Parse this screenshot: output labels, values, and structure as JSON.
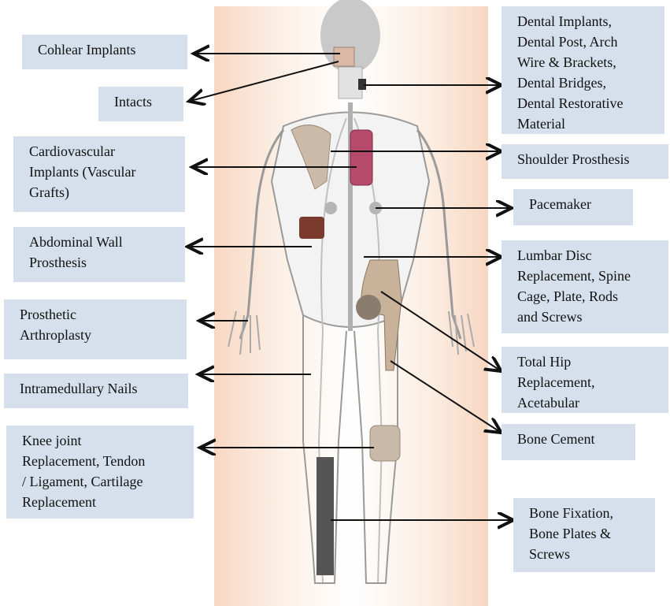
{
  "labels_left": {
    "cochlear": "Cohlear Implants",
    "intacts": "Intacts",
    "cardiovascular": "Cardiovascular\nImplants (Vascular\nGrafts)",
    "abdominal": "Abdominal Wall\nProsthesis",
    "arthroplasty": "Prosthetic\nArthroplasty",
    "intramedullary": "Intramedullary Nails",
    "knee": "Knee joint\nReplacement, Tendon\n/ Ligament, Cartilage\nReplacement"
  },
  "labels_right": {
    "dental": "Dental Implants,\nDental Post, Arch\nWire & Brackets,\nDental Bridges,\nDental Restorative\nMaterial",
    "shoulder": "Shoulder Prosthesis",
    "pacemaker": "Pacemaker",
    "lumbar": "Lumbar Disc\nReplacement, Spine\nCage, Plate, Rods\nand Screws",
    "hip": "Total Hip\nReplacement,\nAcetabular",
    "cement": "Bone Cement",
    "fixation": "Bone Fixation,\nBone Plates &\nScrews"
  },
  "colors": {
    "label_bg": "#d6e0ec",
    "strip_edge": "#f8d7c2",
    "arrow": "#111111",
    "body_outline": "#9a9a9a"
  }
}
